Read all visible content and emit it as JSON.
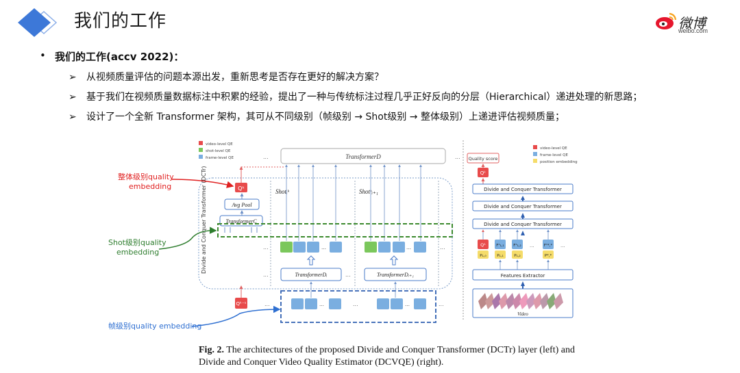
{
  "slide": {
    "title": "我们的工作",
    "logo": {
      "name": "微博",
      "sub": "weibo.com"
    },
    "bullet": "我们的工作(accv 2022)：",
    "points": [
      "从视频质量评估的问题本源出发，重新思考是否存在更好的解决方案？",
      "基于我们在视频质量数据标注中积累的经验，提出了一种与传统标注过程几乎正好反向的分层（Hierarchical）递进处理的新思路；",
      "设计了一个全新 Transformer 架构，其可从不同级别（帧级别 → Shot级别 → 整体级别）上递进评估视频质量；"
    ],
    "arrow_glyph": "➢"
  },
  "annotations": {
    "video_level": "整体级别quality embedding",
    "shot_level": "Shot级别quality embedding",
    "frame_level": "帧级别quality  embedding"
  },
  "colors": {
    "video_level": "#e84b4b",
    "shot_level": "#7bc75c",
    "frame_level": "#7aaee0",
    "position": "#f5dc6a",
    "red_annot": "#e02020",
    "green_annot": "#2e7d2e",
    "blue_annot": "#2e6fd1"
  },
  "left_diagram": {
    "legend": [
      "video-level QE",
      "shot-level QE",
      "frame-level QE"
    ],
    "transformer_d": "TransformerD",
    "q_k": "Qᵏ",
    "avg_pool": "Avg Pool",
    "transformer_c": "TransformerC",
    "shot_i": "Shotᵢᵏ",
    "shot_i1": "Shotᵏᵢ₊₁",
    "vertical_label": "Divide and Conquer Transformer (DCTr)",
    "transformer_di": "TransformerDᵢ",
    "transformer_di1": "TransformerDᵢ₊₁",
    "q_k_minus": "Qᵏ⁻¹",
    "dots": "..."
  },
  "right_diagram": {
    "legend": [
      "video-level QE",
      "frame-level QE",
      "position embedding"
    ],
    "quality_score": "Quality score",
    "q_k": "Qᵏ",
    "dct_blocks": [
      "Divide and Conquer Transformer",
      "Divide and Conquer Transformer",
      "Divide and Conquer Transformer"
    ],
    "features_extractor": "Features Extractor",
    "video_label": "Video",
    "tokens": [
      "Q¹",
      "F¹₁,₁",
      "F¹₁,₂",
      "F¹*,*"
    ],
    "positions": [
      "P₁,₀",
      "P₁,₁",
      "P₁,₂",
      "P*,*"
    ],
    "dots": "..."
  },
  "caption": {
    "label": "Fig. 2.",
    "text": " The architectures of the proposed Divide and Conquer Transformer (DCTr) layer (left) and Divide and Conquer Video Quality Estimator (DCVQE) (right)."
  }
}
